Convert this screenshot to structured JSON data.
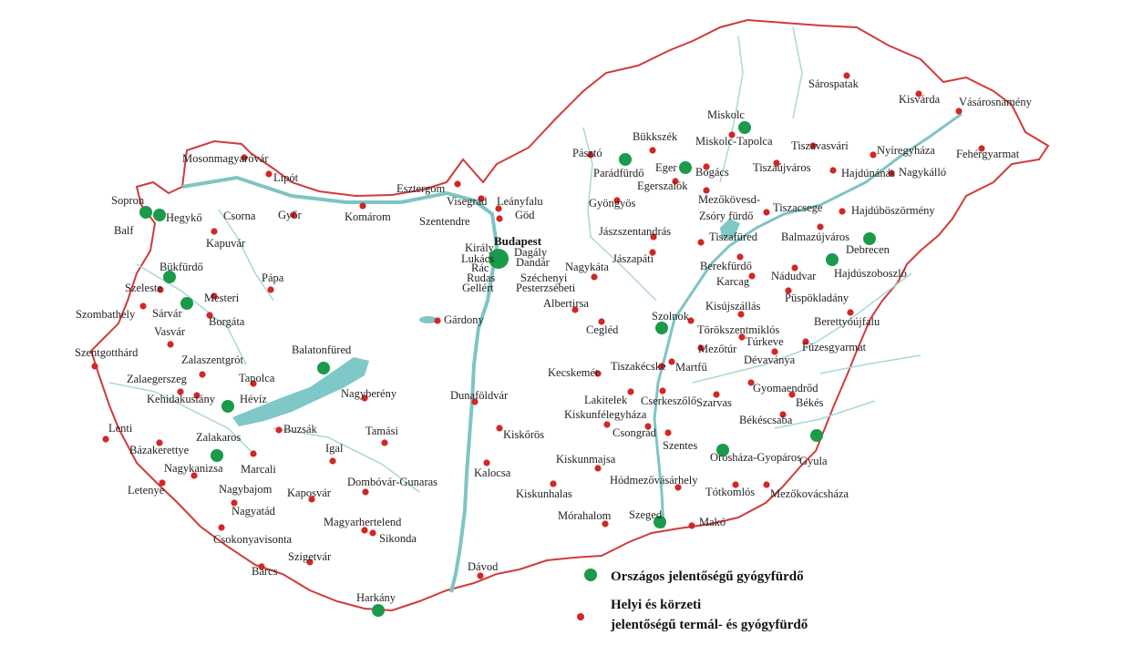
{
  "colors": {
    "border": "#d23a3a",
    "river": "#7fc4c4",
    "lake": "#7fc8c8",
    "national": "#1a9a4a",
    "local": "#d42626"
  },
  "legend": {
    "national_label": "Országos jelentőségű gyógyfürdő",
    "local_label_line1": "Helyi és körzeti",
    "local_label_line2": "jelentőségű termál- és gyógyfürdő"
  },
  "national_spas": [
    "Sopron",
    "Hegykő",
    "Bükfürdő",
    "Sárvár",
    "Hévíz",
    "Balatonfüred",
    "Zalakaros",
    "Harkány",
    "Budapest",
    "Parádfürdő",
    "Eger",
    "Mezőkövesd-Zsóry fürdő",
    "Miskolc",
    "Debrecen",
    "Hajdúszoboszló",
    "Szolnok",
    "Gyula",
    "Orosháza-Gyopáros",
    "Szeged"
  ],
  "places": [
    "Sopron",
    "Balf",
    "Hegykő",
    "Mosonmagyaróvár",
    "Lipót",
    "Csorna",
    "Kapuvár",
    "Győr",
    "Komárom",
    "Esztergom",
    "Visegrád",
    "Leányfalu",
    "Szentendre",
    "Göd",
    "Bükfürdő",
    "Szeleste",
    "Szombathely",
    "Sárvár",
    "Mesteri",
    "Borgáta",
    "Pápa",
    "Vasvár",
    "Szentgotthárd",
    "Zalaszentgrót",
    "Zalaegerszeg",
    "Kehidakustány",
    "Hévíz",
    "Tapolca",
    "Balatonfüred",
    "Nagyberény",
    "Lenti",
    "Bázakerettye",
    "Zalakaros",
    "Nagykanizsa",
    "Letenye",
    "Marcali",
    "Buzsák",
    "Igal",
    "Tamási",
    "Nagybajom",
    "Kaposvár",
    "Dombóvár-Gunaras",
    "Nagyatád",
    "Magyarhertelend",
    "Sikonda",
    "Csokonyavisonta",
    "Szigetvár",
    "Barcs",
    "Harkány",
    "Budapest",
    "Király",
    "Lukács",
    "Rác",
    "Rudas",
    "Gellért",
    "Dagály",
    "Dandár",
    "Széchenyi",
    "Pesterzsébeti",
    "Gárdony",
    "Dunaföldvár",
    "Kiskőrös",
    "Kalocsa",
    "Dávod",
    "Pásztó",
    "Bükkszék",
    "Parádfürdő",
    "Gyöngyös",
    "Eger",
    "Egerszalók",
    "Bogács",
    "Mezőkövesd-",
    "Zsóry fürdő",
    "Miskolc",
    "Miskolc-Tapolca",
    "Sárospatak",
    "Kisvárda",
    "Vásárosnamény",
    "Tiszavasvári",
    "Nyíregyháza",
    "Fehérgyarmat",
    "Tiszaújváros",
    "Hajdúnánás",
    "Nagykálló",
    "Hajdúböszörmény",
    "Tiszacsege",
    "Jászszentandrás",
    "Jászapáti",
    "Tiszafüred",
    "Balmazújváros",
    "Debrecen",
    "Hajdúszoboszló",
    "Nagykáta",
    "Berekfürdő",
    "Karcag",
    "Nádudvar",
    "Püspökladány",
    "Albertirsa",
    "Kisújszállás",
    "Szolnok",
    "Cegléd",
    "Törökszentmiklós",
    "Berettyóújfalu",
    "Túrkeve",
    "Mezőtúr",
    "Füzesgyarmat",
    "Kecskemét",
    "Tiszakécske",
    "Martfű",
    "Dévaványa",
    "Lakitelek",
    "Cserkeszőlő",
    "Gyomaendrőd",
    "Kiskunfélegyháza",
    "Szarvas",
    "Békés",
    "Csongrád",
    "Békéscsaba",
    "Szentes",
    "Gyula",
    "Orosháza-Gyopáros",
    "Kiskunmajsa",
    "Kiskunhalas",
    "Hódmezővásárhely",
    "Tótkomlós",
    "Mezőkovácsháza",
    "Mórahalom",
    "Szeged",
    "Makó"
  ]
}
